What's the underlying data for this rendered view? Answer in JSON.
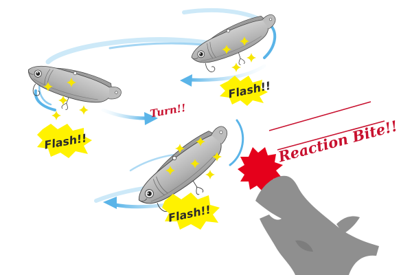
{
  "labels": {
    "flash_top": "Flash!!",
    "flash_left": "Flash!!",
    "flash_bottom": "Flash!!",
    "turn": "Turn!!",
    "reaction": "Reaction Bite!!"
  },
  "colors": {
    "arrow_blue": "#5ab4e8",
    "arrow_light": "#cde9f8",
    "lure_body": "#b9b9b9",
    "lure_dark": "#8c8c8c",
    "flash_yellow": "#fff200",
    "sparkle_yellow": "#f7e600",
    "accent_red": "#c8102e",
    "burst_red": "#e5001b",
    "fish_gray": "#8f8f8f"
  }
}
